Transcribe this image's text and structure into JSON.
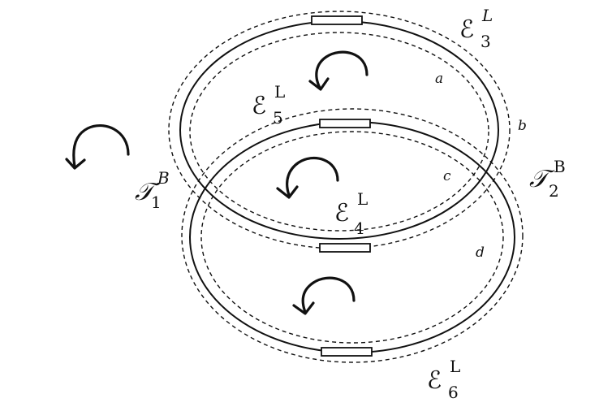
{
  "labels": {
    "e3": {
      "symbol": "ℰ",
      "sup": "L",
      "sub": "3"
    },
    "e5": {
      "symbol": "ℰ",
      "sup": "L",
      "sub": "5"
    },
    "e4": {
      "symbol": "ℰ",
      "sup": "L",
      "sub": "4"
    },
    "e6": {
      "symbol": "ℰ",
      "sup": "L",
      "sub": "6"
    },
    "t1": {
      "symbol": "𝒯",
      "sup": "B",
      "sub": "1"
    },
    "t2": {
      "symbol": "𝒯",
      "sup": "B",
      "sub": "2"
    }
  },
  "region_labels": {
    "a": "a",
    "b": "b",
    "c": "c",
    "d": "d"
  },
  "icons": {
    "rotation_arrows": [
      "rotation-arrow-icon",
      "rotation-arrow-icon",
      "rotation-arrow-icon",
      "rotation-arrow-icon"
    ],
    "junctions": [
      "junction-rect",
      "junction-rect",
      "junction-rect",
      "junction-rect"
    ]
  }
}
